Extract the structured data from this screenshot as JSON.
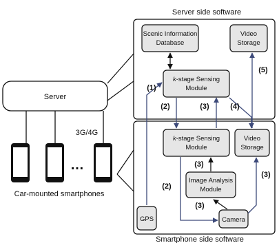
{
  "labels": {
    "server_side_title": "Server side software",
    "smartphone_side_title": "Smartphone side software",
    "server": "Server",
    "network": "3G/4G",
    "ellipsis": "…",
    "car_mounted": "Car-mounted smartphones",
    "scenic_db_line1": "Scenic Information",
    "scenic_db_line2": "Database",
    "video_storage_line1": "Video",
    "video_storage_line2": "Storage",
    "kstage_k": "k",
    "kstage_rest": "-stage Sensing",
    "module": "Module",
    "phone_video_line1": "Video",
    "phone_video_line2": "Storage",
    "image_analysis_line1": "Image Analysis",
    "image_analysis_line2": "Module",
    "gps": "GPS",
    "camera": "Camera"
  },
  "steps": {
    "s1": "(1)",
    "s2a": "(2)",
    "s3a": "(3)",
    "s4": "(4)",
    "s5": "(5)",
    "s3b": "(3)",
    "s2b": "(2)",
    "s3c": "(3)",
    "s3d": "(3)"
  },
  "colors": {
    "flow_arrow": "#3d4a7a",
    "module_fill": "#e6e6e6",
    "border": "#111111"
  }
}
